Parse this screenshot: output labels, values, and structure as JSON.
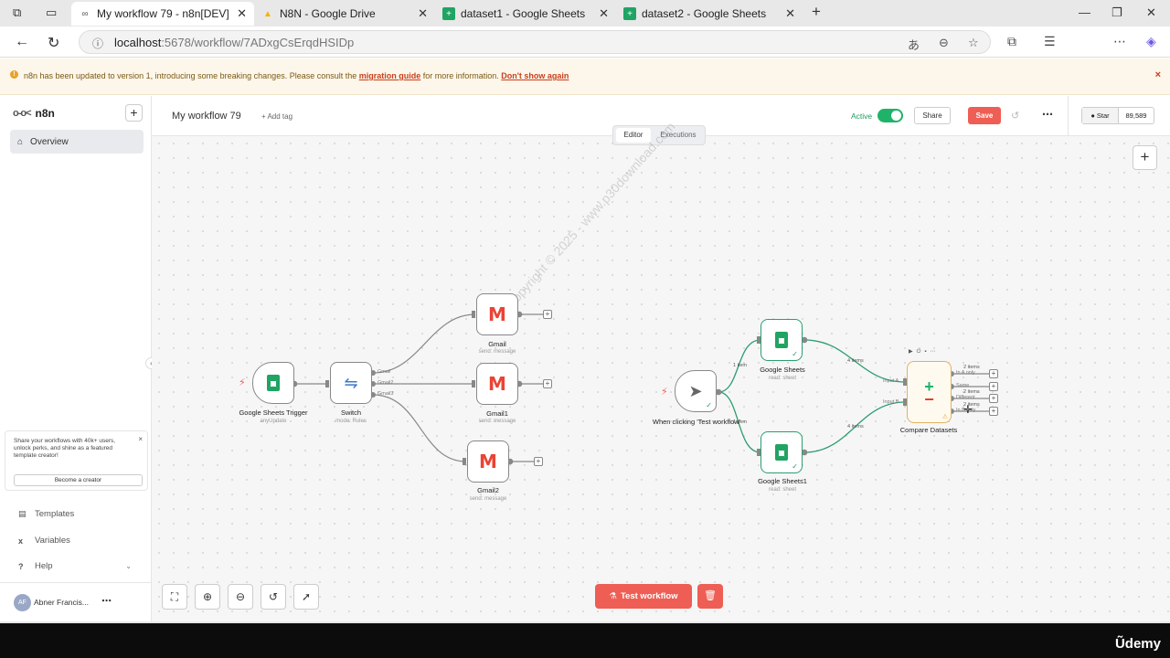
{
  "browser": {
    "tabs": [
      {
        "label": "My workflow 79 - n8n[DEV]",
        "icon": "n8n-icon"
      },
      {
        "label": "N8N - Google Drive",
        "icon": "google-drive-icon"
      },
      {
        "label": "dataset1 - Google Sheets",
        "icon": "google-sheets-icon"
      },
      {
        "label": "dataset2 - Google Sheets",
        "icon": "google-sheets-icon"
      }
    ],
    "url_host": "localhost",
    "url_rest": ":5678/workflow/7ADxgCsErqdHSIDp"
  },
  "banner": {
    "text_before": "n8n has been updated to version 1, introducing some breaking changes. Please consult the ",
    "link1": "migration guide",
    "text_mid": " for more information. ",
    "link2": "Don't show again",
    "close": "×"
  },
  "sidebar": {
    "brand": "n8n",
    "add": "+",
    "overview": "Overview",
    "promo_text": "Share your workflows with 40k+ users, unlock perks, and shine as a featured template creator!",
    "promo_close": "×",
    "promo_button": "Become a creator",
    "items": [
      {
        "label": "Templates",
        "icon": "templates-icon"
      },
      {
        "label": "Variables",
        "icon": "variables-icon"
      },
      {
        "label": "Help",
        "icon": "help-icon"
      }
    ],
    "user_initials": "AF",
    "user_name": "Abner Francis...",
    "collapse": "‹"
  },
  "header": {
    "workflow_name": "My workflow 79",
    "add_tag": "+ Add tag",
    "active_label": "Active",
    "active": true,
    "share": "Share",
    "save": "Save",
    "github_star": "Star",
    "github_count": "89,589"
  },
  "mode_switch": {
    "editor": "Editor",
    "executions": "Executions"
  },
  "nodes": {
    "sheets_trigger": {
      "label": "Google Sheets Trigger",
      "sub": "anyUpdate"
    },
    "switch": {
      "label": "Switch",
      "sub": "mode: Rules",
      "outputs": [
        "Gmail",
        "Gmail2",
        "Gmail3"
      ]
    },
    "gmail": {
      "label": "Gmail",
      "sub": "send: message"
    },
    "gmail1": {
      "label": "Gmail1",
      "sub": "send: message"
    },
    "gmail2": {
      "label": "Gmail2",
      "sub": "send: message"
    },
    "manual": {
      "label": "When clicking 'Test workflow'"
    },
    "gsheets": {
      "label": "Google Sheets",
      "sub": "read: sheet"
    },
    "gsheets1": {
      "label": "Google Sheets1",
      "sub": "read: sheet"
    },
    "compare": {
      "label": "Compare Datasets",
      "inputs": [
        "Input A",
        "Input B"
      ],
      "outputs": [
        "In A only",
        "Same",
        "Different",
        "In B only"
      ]
    }
  },
  "edge_labels": {
    "manual_to_sheets": "1 item",
    "manual_to_sheets1": "1 item",
    "sheets_to_compare": "4 items",
    "sheets1_to_compare": "4 items",
    "out_a": "2 items",
    "out_diff": "2 items",
    "out_b": "2 items"
  },
  "controls": {
    "test_workflow": "Test workflow"
  },
  "watermark": "Copyright © 2025 - www.p30download.com",
  "udemy": "Ũdemy",
  "colors": {
    "accent": "#ee5e54",
    "active_green": "#1fb36a",
    "sheets_green": "#1fa463",
    "gmail_red": "#ea4335"
  }
}
